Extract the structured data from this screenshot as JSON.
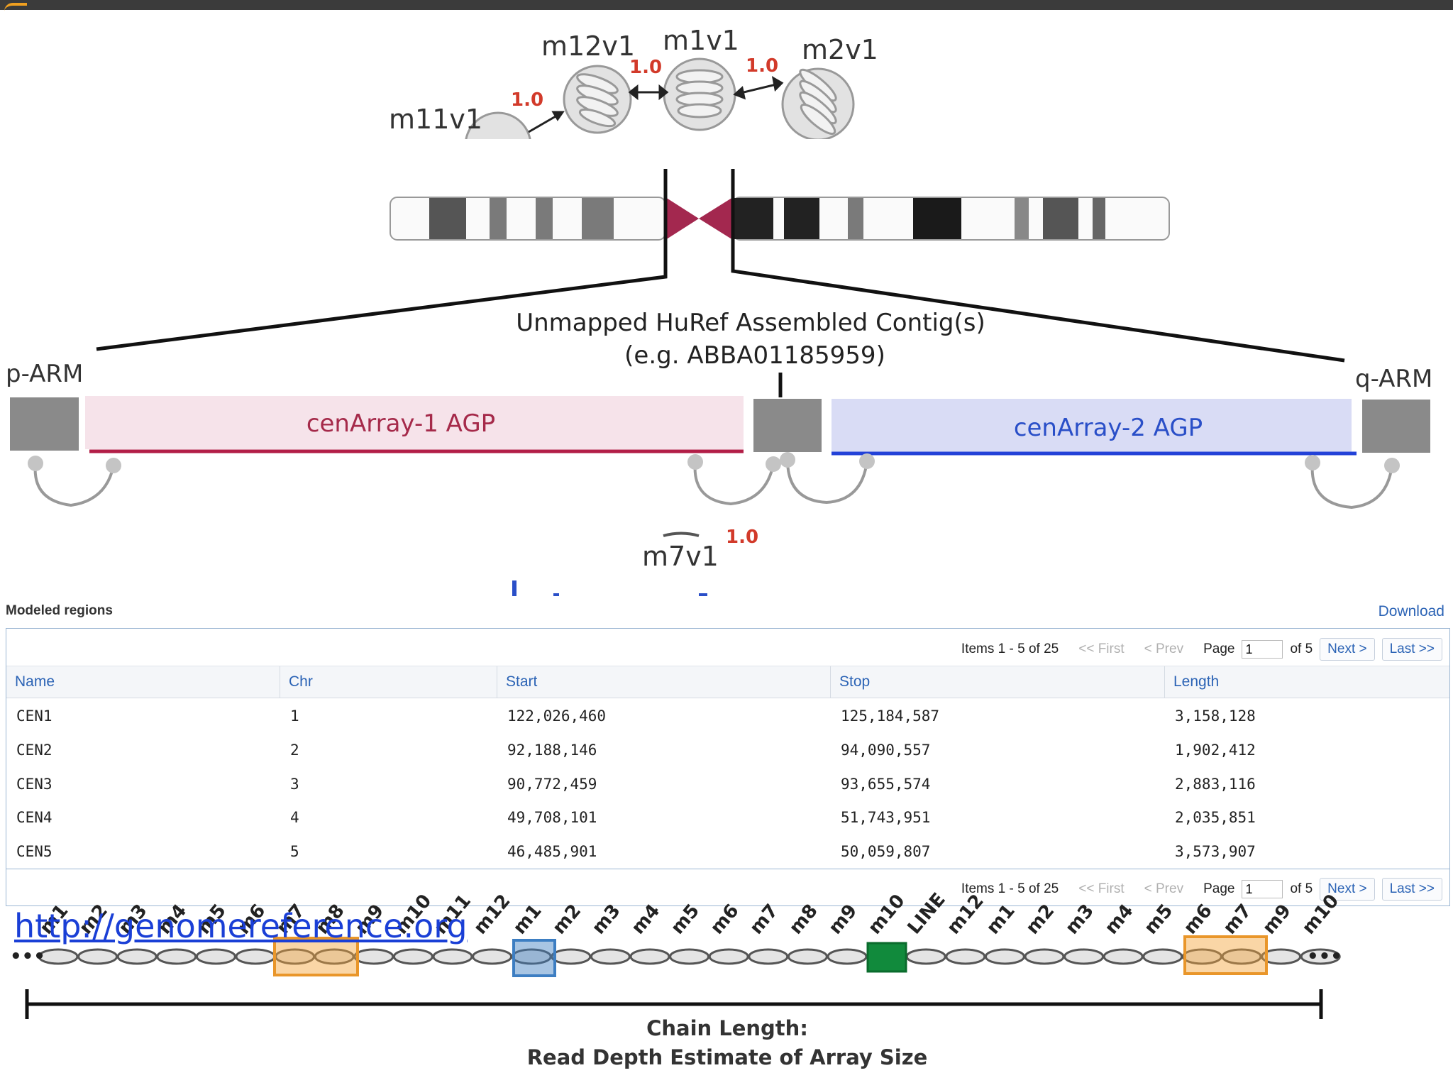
{
  "diagram": {
    "monomers": {
      "m12v1": "m12v1",
      "m1v1": "m1v1",
      "m2v1": "m2v1",
      "m11v1": "m11v1",
      "m7v1": "m7v1"
    },
    "link_weights": [
      "1.0",
      "1.0",
      "1.0"
    ],
    "contig_title_line1": "Unmapped HuRef Assembled Contig(s)",
    "contig_title_line2": "(e.g. ABBA01185959)",
    "p_arm": "p-ARM",
    "q_arm": "q-ARM",
    "cen_array_1": "cenArray-1  AGP",
    "cen_array_2": "cenArray-2  AGP",
    "colors": {
      "centromere": "#a3284f",
      "cen_array_1_fill": "#f6e3ea",
      "cen_array_1_line": "#b21e47",
      "cen_array_2_fill": "#d9dcf5",
      "cen_array_2_line": "#2342d8",
      "highlight_orange": "#f3a53a",
      "highlight_blue": "#3d7ec2",
      "highlight_green": "#118a3c"
    }
  },
  "widget": {
    "title": "Modeled regions",
    "download": "Download",
    "pager": {
      "items": "Items 1 - 5 of 25",
      "first": "<< First",
      "prev": "< Prev",
      "page_label": "Page",
      "page_value": "1",
      "of": "of 5",
      "next": "Next >",
      "last": "Last >>"
    },
    "columns": [
      "Name",
      "Chr",
      "Start",
      "Stop",
      "Length"
    ],
    "rows": [
      [
        "CEN1",
        "1",
        "122,026,460",
        "125,184,587",
        "3,158,128"
      ],
      [
        "CEN2",
        "2",
        "92,188,146",
        "94,090,557",
        "1,902,412"
      ],
      [
        "CEN3",
        "3",
        "90,772,459",
        "93,655,574",
        "2,883,116"
      ],
      [
        "CEN4",
        "4",
        "49,708,101",
        "51,743,951",
        "2,035,851"
      ],
      [
        "CEN5",
        "5",
        "46,485,901",
        "50,059,807",
        "3,573,907"
      ]
    ]
  },
  "link": "http://genomereference.org",
  "chain": {
    "labels": [
      "m1",
      "m2",
      "m3",
      "m4",
      "m5",
      "m6",
      "m7",
      "m8",
      "m9",
      "m10",
      "m11",
      "m12",
      "m1",
      "m2",
      "m3",
      "m4",
      "m5",
      "m6",
      "m7",
      "m8",
      "m9",
      "m10",
      "LINE",
      "m12",
      "m1",
      "m2",
      "m3",
      "m4",
      "m5",
      "m6",
      "m7",
      "m9",
      "m10"
    ],
    "ellipsis": "•••",
    "title_line1": "Chain Length:",
    "title_line2": "Read Depth Estimate of Array Size"
  }
}
